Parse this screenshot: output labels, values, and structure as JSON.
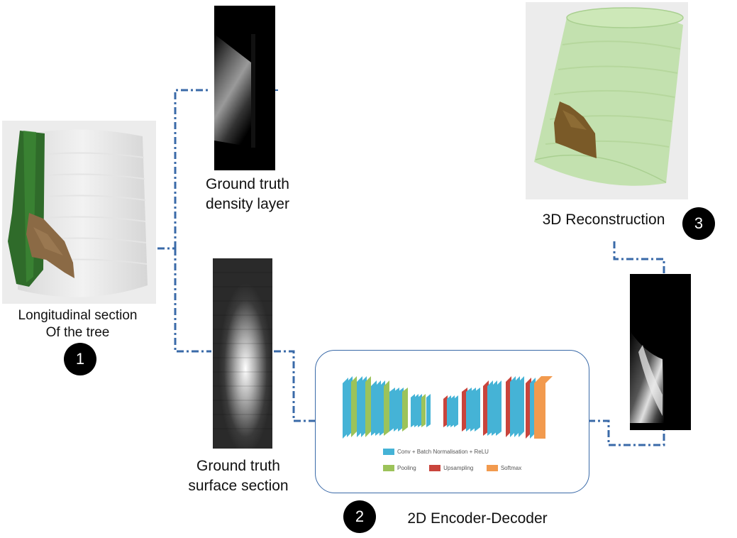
{
  "labels": {
    "longitudinal": [
      "Longitudinal section",
      "Of the tree"
    ],
    "density": [
      "Ground truth",
      "density layer"
    ],
    "surface": [
      "Ground truth",
      "surface section"
    ],
    "reconstruction": "3D Reconstruction",
    "encoder": "2D Encoder-Decoder"
  },
  "badges": {
    "one": "1",
    "two": "2",
    "three": "3"
  },
  "legend": {
    "conv": "Conv + Batch Normalisation + ReLU",
    "pooling": "Pooling",
    "upsampling": "Upsampling",
    "softmax": "Softmax"
  },
  "colors": {
    "connector": "#3a6aa8",
    "conv": "#45b3d6",
    "pooling": "#9cc35a",
    "upsampling": "#c9443c",
    "softmax": "#f29a4e",
    "wood_green": "#2f6b2a",
    "defect_brown": "#8b6a45",
    "recon_green": "#bfe0a8"
  }
}
